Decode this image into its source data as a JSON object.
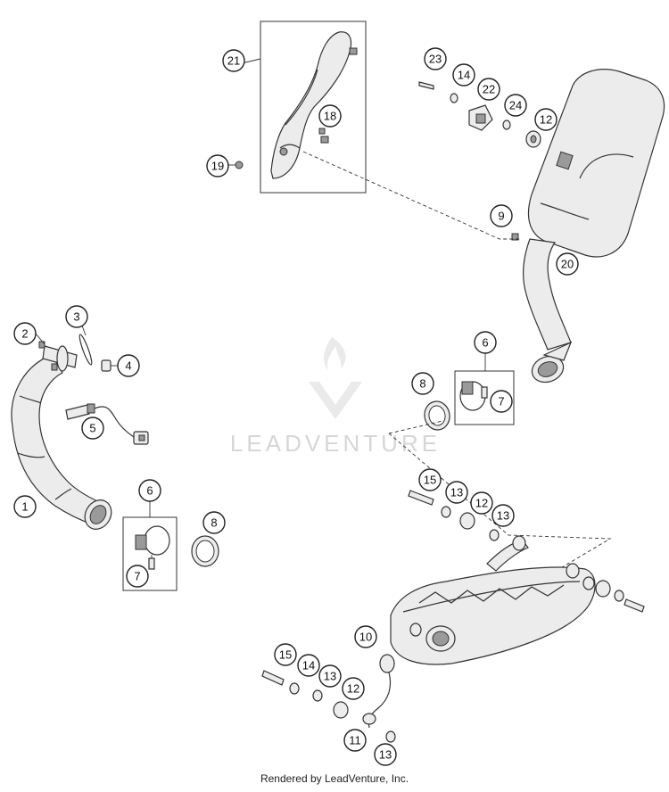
{
  "diagram": {
    "watermark": "LEADVENTURE",
    "footer": "Rendered by LeadVenture, Inc.",
    "callouts": {
      "c1": "1",
      "c2": "2",
      "c3": "3",
      "c4": "4",
      "c5": "5",
      "c6a": "6",
      "c6b": "6",
      "c7a": "7",
      "c7b": "7",
      "c8a": "8",
      "c8b": "8",
      "c9": "9",
      "c10": "10",
      "c11": "11",
      "c12a": "12",
      "c12b": "12",
      "c12c": "12",
      "c13a": "13",
      "c13b": "13",
      "c13c": "13",
      "c13d": "13",
      "c14a": "14",
      "c14b": "14",
      "c15a": "15",
      "c15b": "15",
      "c18": "18",
      "c19": "19",
      "c20": "20",
      "c21": "21",
      "c22": "22",
      "c23": "23",
      "c24": "24"
    },
    "colors": {
      "line": "#333333",
      "part_fill": "#ececec",
      "watermark": "#d6d6d6"
    }
  }
}
